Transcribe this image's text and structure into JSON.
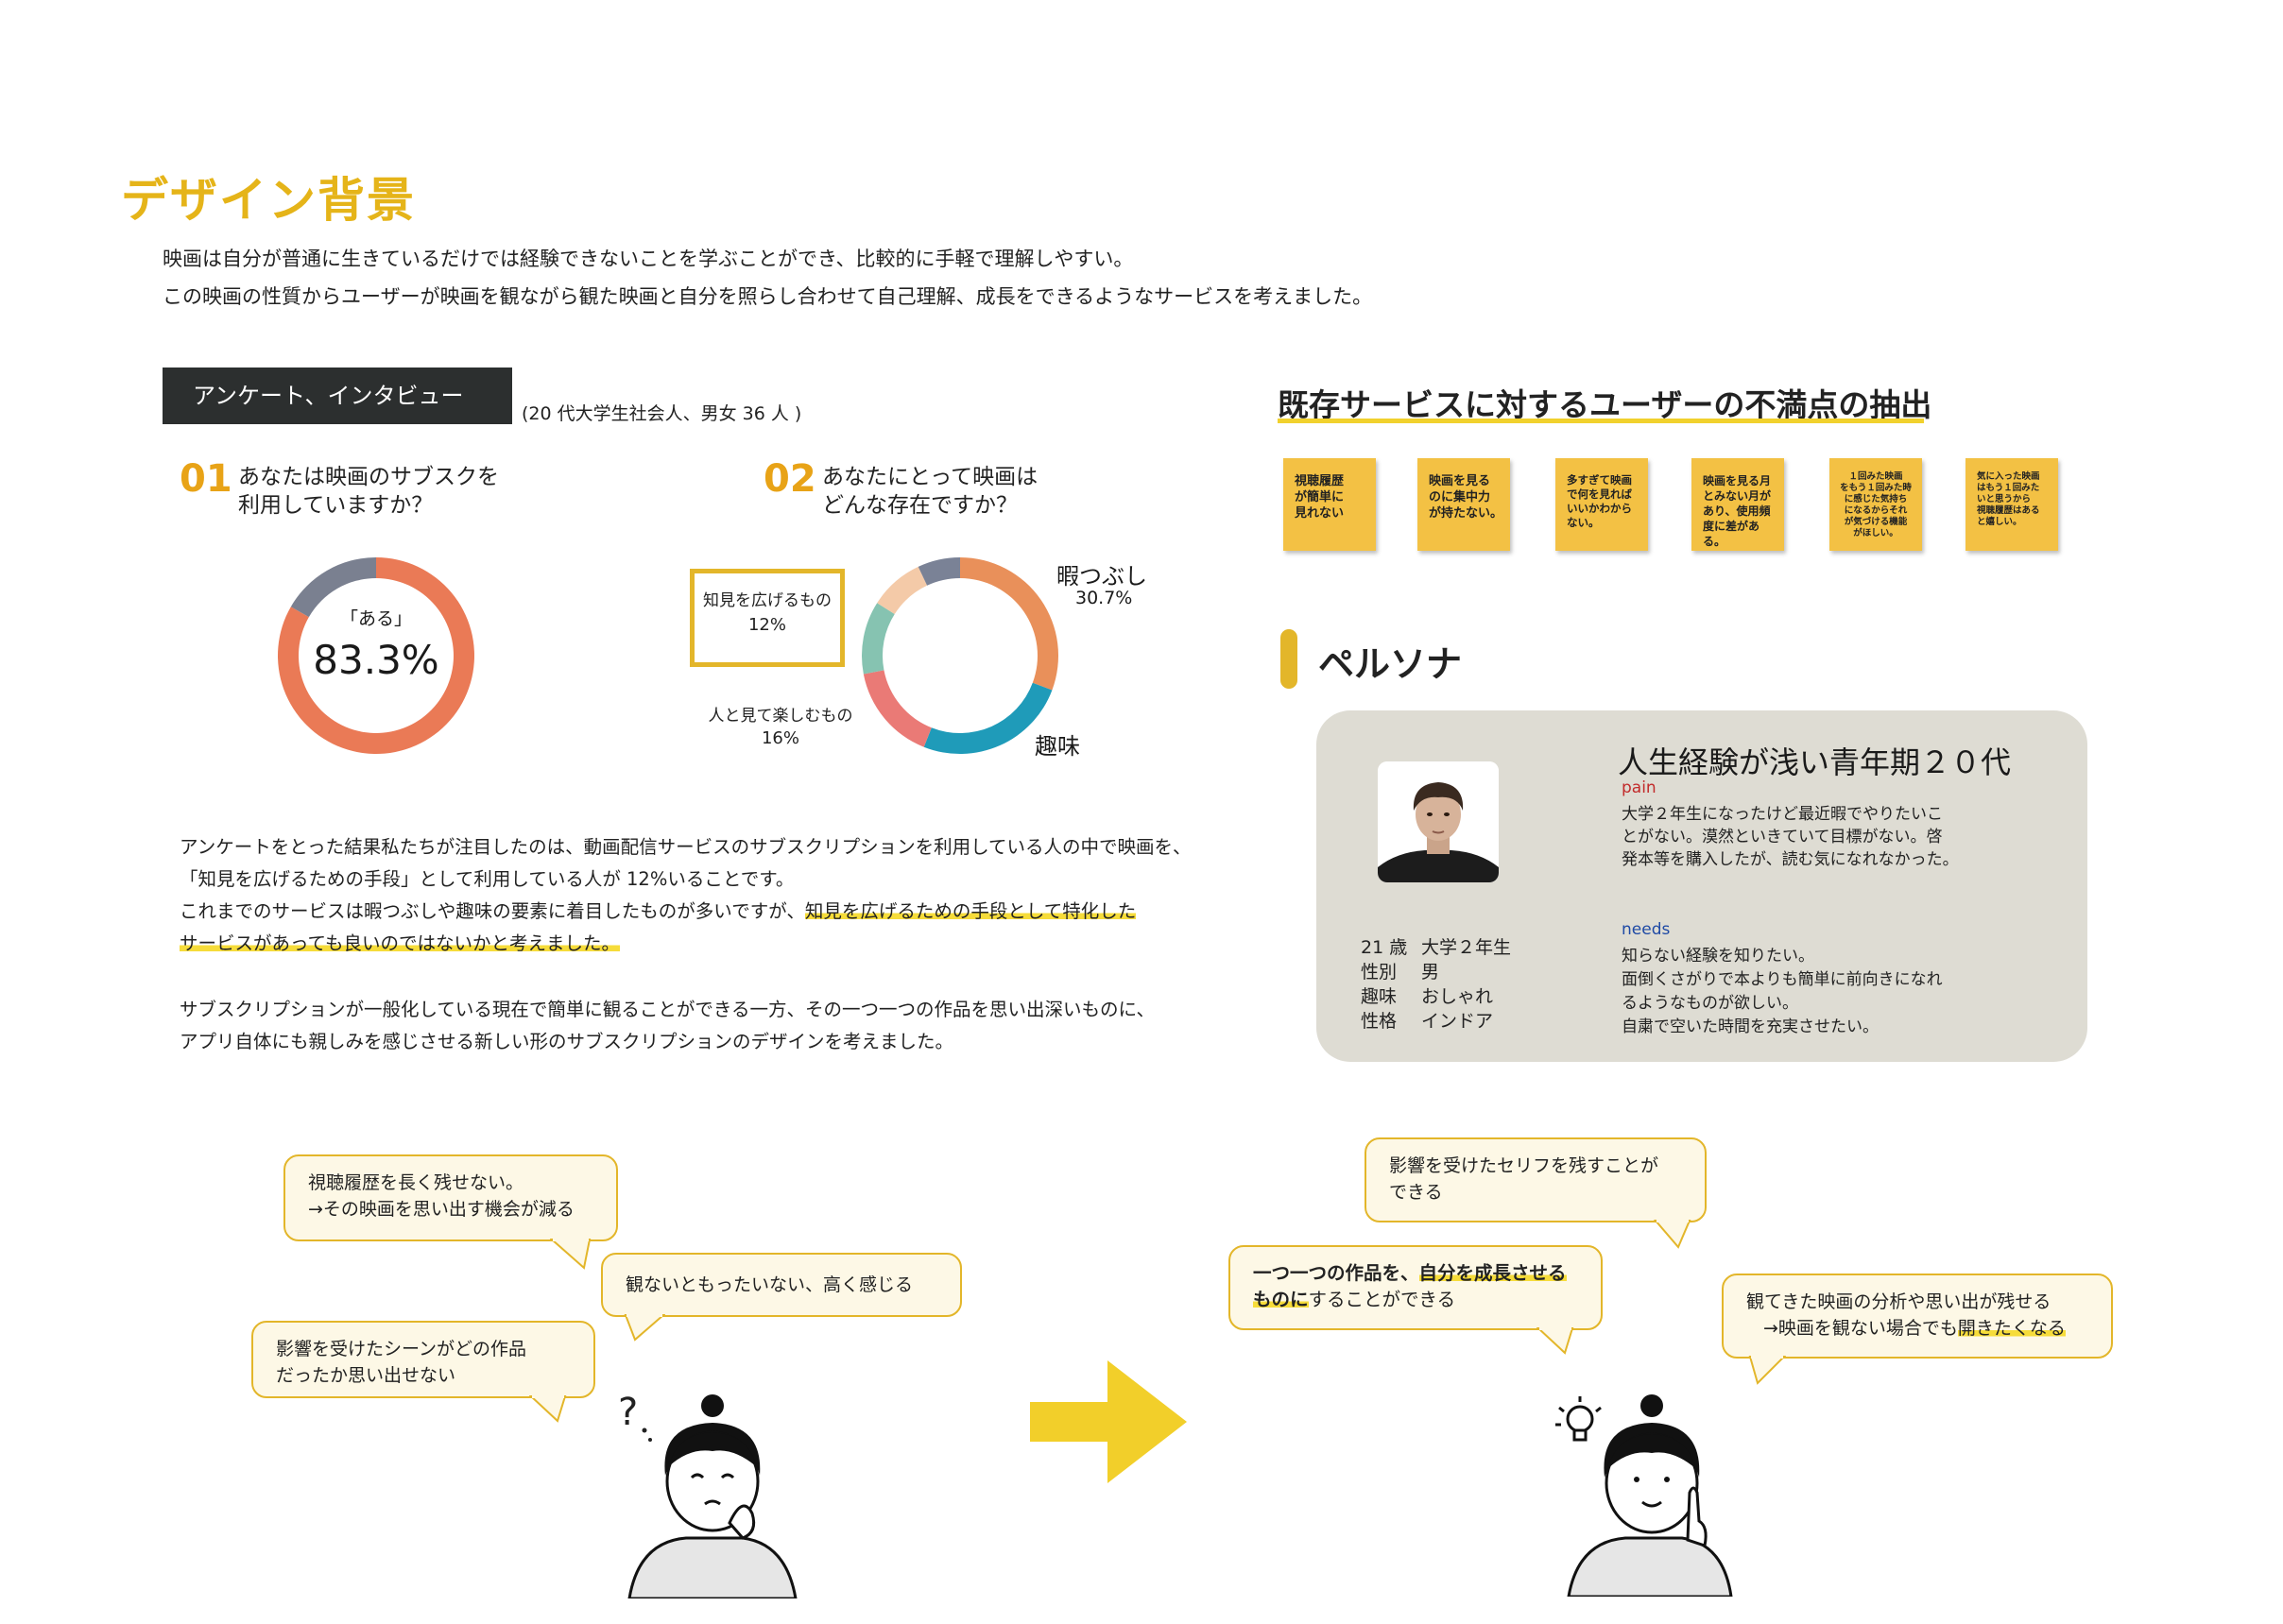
{
  "title": "デザイン背景",
  "intro": [
    "映画は自分が普通に生きているだけでは経験できないことを学ぶことができ、比較的に手軽で理解しやすい。",
    "この映画の性質からユーザーが映画を観ながら観た映画と自分を照らし合わせて自己理解、成長をできるようなサービスを考えました。"
  ],
  "survey": {
    "label": "アンケート、インタビュー",
    "note": "(20 代大学生社会人、男女 36 人 )"
  },
  "q1": {
    "num": "01",
    "line1": "あなたは映画のサブスクを",
    "line2": "利用していますか？",
    "center_label": "「ある」",
    "center_value": "83.3%"
  },
  "q2": {
    "num": "02",
    "line1": "あなたにとって映画は",
    "line2": "どんな存在ですか？",
    "label_himatsubushi": "暇つぶし",
    "value_himatsubushi": "30.7%",
    "label_chiken": "知見を広げるもの",
    "value_chiken": "12%",
    "label_hito": "人と見て楽しむもの",
    "value_hito": "16%",
    "label_shumi": "趣味"
  },
  "chart_data": [
    {
      "type": "pie",
      "categories": [
        "ある",
        "other"
      ],
      "values": [
        83.3,
        16.7
      ],
      "colors": [
        "#ea7a56",
        "#7a8090"
      ]
    },
    {
      "type": "pie",
      "categories": [
        "暇つぶし",
        "趣味",
        "人と見て楽しむもの",
        "知見を広げるもの",
        "other-peach",
        "other-gray"
      ],
      "values": [
        30.7,
        25.3,
        16,
        12,
        9,
        7
      ],
      "colors": [
        "#e9905a",
        "#1f9bb9",
        "#ea7a76",
        "#86c3b1",
        "#f4caa8",
        "#7a8296"
      ]
    }
  ],
  "findings": {
    "p1_line1": "アンケートをとった結果私たちが注目したのは、動画配信サービスのサブスクリプションを利用している人の中で映画を、",
    "p1_line2": "「知見を広げるための手段」として利用している人が 12%いることです。",
    "p1_line3_a": "これまでのサービスは暇つぶしや趣味の要素に着目したものが多いですが、",
    "p1_line3_b": "知見を広げるための手段として特化した",
    "p1_line4": "サービスがあっても良いのではないかと考えました。",
    "p2_line1": "サブスクリプションが一般化している現在で簡単に観ることができる一方、その一つ一つの作品を思い出深いものに、",
    "p2_line2": "アプリ自体にも親しみを感じさせる新しい形のサブスクリプションのデザインを考えました。"
  },
  "dissatisfaction": {
    "heading": "既存サービスに対するユーザーの不満点の抽出",
    "notes": [
      "視聴履歴\nが簡単に\n見れない",
      "映画を見る\nのに集中力\nが持たない。",
      "多すぎて映画\nで何を見れば\nいいかわから\nない。",
      "映画を見る月\nとみない月が\nあり、使用頻\n度に差がある。",
      "１回みた映画\nをもう１回みた時\nに感じた気持ち\nになるからそれ\nが気づける機能\nがほしい。",
      "気に入った映画\nはもう１回みた\nいと思うから\n視聴履歴はある\nと嬉しい。"
    ]
  },
  "persona": {
    "heading": "ペルソナ",
    "title": "人生経験が浅い青年期２０代",
    "pain_label": "pain",
    "pain_lines": [
      "大学２年生になったけど最近暇でやりたいこ",
      "とがない。漠然といきていて目標がない。啓",
      "発本等を購入したが、読む気になれなかった。"
    ],
    "needs_label": "needs",
    "needs_lines": [
      "知らない経験を知りたい。",
      "面倒くさがりで本よりも簡単に前向きになれ",
      "るようなものが欲しい。",
      "自粛で空いた時間を充実させたい。"
    ],
    "profile": [
      {
        "k": "21 歳",
        "v": "大学２年生"
      },
      {
        "k": "性別",
        "v": "男"
      },
      {
        "k": "趣味",
        "v": "おしゃれ"
      },
      {
        "k": "性格",
        "v": "インドア"
      }
    ]
  },
  "bubbles_before": {
    "b1_line1": "視聴履歴を長く残せない。",
    "b1_line2": "→その映画を思い出す機会が減る",
    "b2": "観ないともったいない、高く感じる",
    "b3_line1": "影響を受けたシーンがどの作品",
    "b3_line2": "だったか思い出せない"
  },
  "bubbles_after": {
    "b1_line1": "影響を受けたセリフを残すことが",
    "b1_line2": "できる",
    "b2_part1": "一つ一つの作品を、",
    "b2_part2": "自分を成長させる",
    "b2_part3": "ものに",
    "b2_part4": "することができる",
    "b3_line1": "観てきた映画の分析や思い出が残せる",
    "b3_line2a": "→映画を観ない場合でも",
    "b3_line2b": "開きたくなる"
  }
}
